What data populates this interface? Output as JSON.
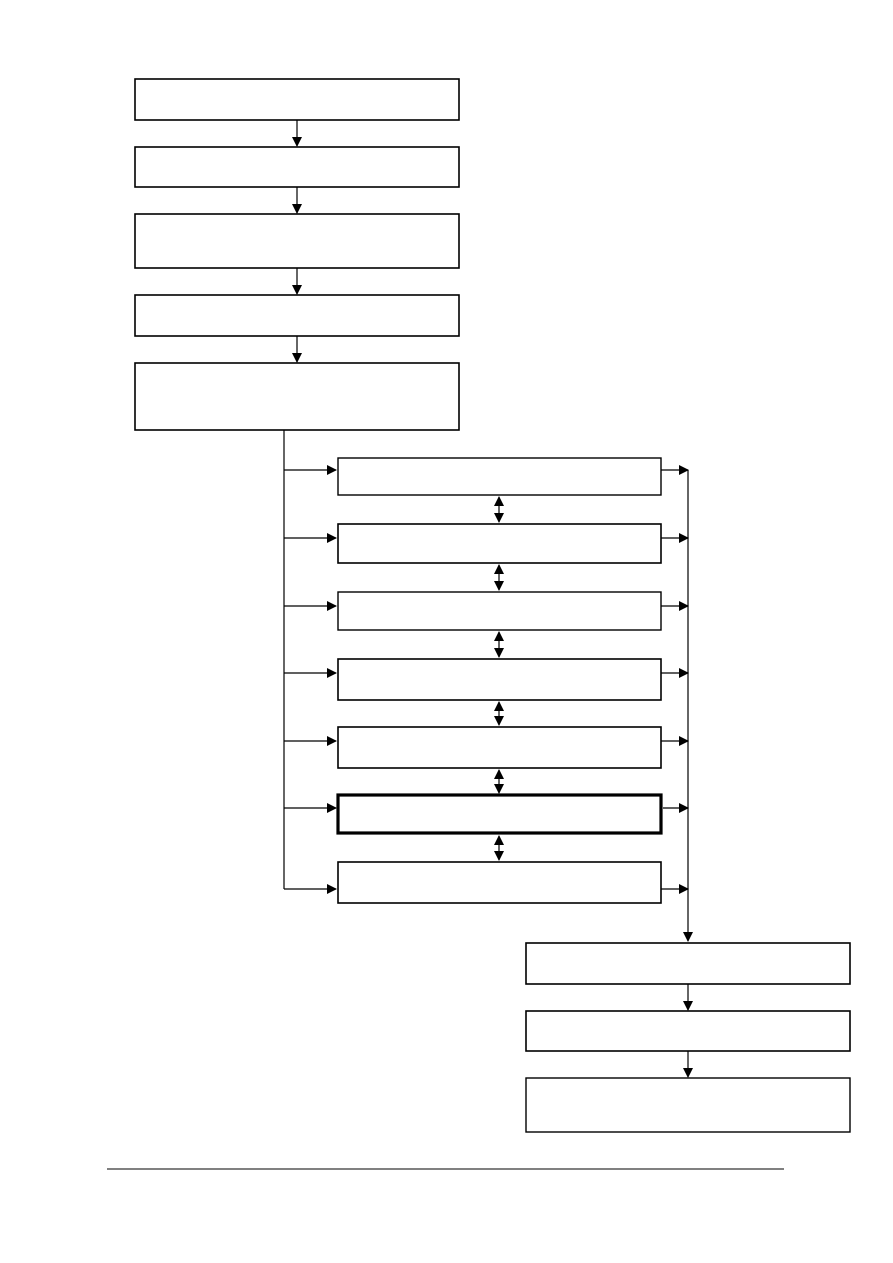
{
  "diagram": {
    "type": "flowchart",
    "steps_top": [
      {
        "id": "top-1",
        "label": ""
      },
      {
        "id": "top-2",
        "label": ""
      },
      {
        "id": "top-3",
        "label": ""
      },
      {
        "id": "top-4",
        "label": ""
      },
      {
        "id": "top-5",
        "label": ""
      }
    ],
    "steps_middle": [
      {
        "id": "mid-1",
        "label": "",
        "emphasized": false
      },
      {
        "id": "mid-2",
        "label": "",
        "emphasized": false
      },
      {
        "id": "mid-3",
        "label": "",
        "emphasized": false
      },
      {
        "id": "mid-4",
        "label": "",
        "emphasized": false
      },
      {
        "id": "mid-5",
        "label": "",
        "emphasized": false
      },
      {
        "id": "mid-6",
        "label": "",
        "emphasized": true
      },
      {
        "id": "mid-7",
        "label": "",
        "emphasized": false
      }
    ],
    "steps_bottom": [
      {
        "id": "bottom-1",
        "label": ""
      },
      {
        "id": "bottom-2",
        "label": ""
      },
      {
        "id": "bottom-3",
        "label": ""
      }
    ],
    "colors": {
      "line": "#000000",
      "box_fill": "#ffffff"
    }
  }
}
